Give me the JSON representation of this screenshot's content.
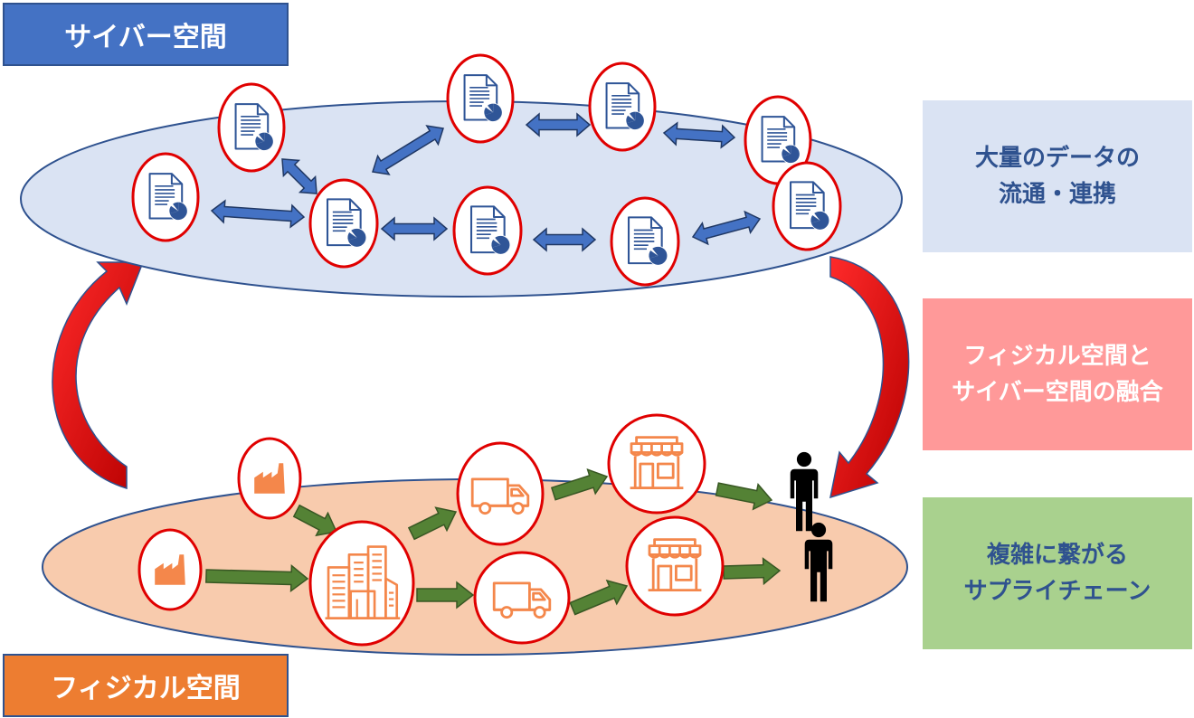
{
  "labels": {
    "cyber_space": "サイバー空間",
    "physical_space": "フィジカル空間"
  },
  "side_boxes": {
    "data_flow": [
      "大量のデータの",
      "流通・連携"
    ],
    "fusion": [
      "フィジカル空間と",
      "サイバー空間の融合"
    ],
    "supply_chain": [
      "複雑に繋がる",
      "サプライチェーン"
    ]
  },
  "colors": {
    "cyber_ellipse_fill": "#dae3f3",
    "physical_ellipse_fill": "#f8cbad",
    "ellipse_stroke": "#2f528f",
    "node_border": "#e00000",
    "doc_icon": "#2f5597",
    "data_arrow": "#4472c4",
    "flow_arrow": "#548235",
    "cycle_arrow": "#d00000",
    "facility_icon": "#f4874b",
    "person": "#000000"
  },
  "icons": {
    "document": "document-chart-icon",
    "factory": "factory-icon",
    "city": "city-buildings-icon",
    "truck": "delivery-truck-icon",
    "store": "store-icon",
    "person": "person-icon"
  }
}
